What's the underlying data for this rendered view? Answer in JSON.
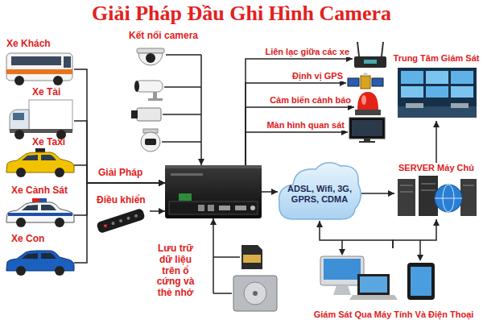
{
  "diagram": {
    "title": "Giải Pháp Đầu Ghi Hình Camera",
    "nodes": [
      {
        "text": [
          "Xe Khách"
        ]
      },
      {
        "text": [
          "Xe Tải"
        ]
      },
      {
        "text": [
          "Xe Taxi"
        ]
      },
      {
        "text": [
          "Xe Cảnh Sát"
        ]
      },
      {
        "text": [
          "Xe Con"
        ]
      },
      {
        "text": [
          "Kết nối camera"
        ]
      },
      {
        "text": []
      },
      {
        "text": [
          "Điều khiển"
        ]
      },
      {
        "text": [
          "Lưu trữ dữ liệu trên ổ cứng và thẻ nhớ"
        ]
      },
      {
        "text": [
          "Liên lạc giữa các xe"
        ]
      },
      {
        "text": [
          "Định vị GPS"
        ]
      },
      {
        "text": [
          "Cảm biến cảnh báo"
        ]
      },
      {
        "text": [
          "Màn hình quan sát"
        ]
      },
      {
        "text": [
          "ADSL, Wifi, 3G, GPRS, CDMA"
        ]
      },
      {
        "text": [
          "SERVER Máy Chủ"
        ]
      },
      {
        "text": [
          "Trung Tâm Giám Sát"
        ]
      },
      {
        "text": [
          "Giám Sát Qua Máy Tính Và Điện Thoại"
        ]
      }
    ],
    "edges": [
      {
        "from": 0,
        "to": 6,
        "arrow": "to"
      },
      {
        "from": 1,
        "to": 6,
        "arrow": "to"
      },
      {
        "from": 2,
        "to": 6,
        "arrow": "to"
      },
      {
        "from": 3,
        "to": 6,
        "arrow": "to"
      },
      {
        "from": 4,
        "to": 6,
        "arrow": "to"
      },
      {
        "from": 5,
        "to": 6,
        "arrow": "to"
      },
      {
        "from": 7,
        "to": 6,
        "arrow": "to"
      },
      {
        "from": 8,
        "to": 6,
        "arrow": "to"
      },
      {
        "from": 6,
        "to": 9,
        "arrow": "to"
      },
      {
        "from": 6,
        "to": 10,
        "arrow": "to"
      },
      {
        "from": 6,
        "to": 11,
        "arrow": "to"
      },
      {
        "from": 6,
        "to": 12,
        "arrow": "to"
      },
      {
        "from": 6,
        "to": 13,
        "arrow": "to"
      },
      {
        "from": 13,
        "to": 14,
        "arrow": "to"
      },
      {
        "from": 14,
        "to": 15,
        "arrow": "to"
      },
      {
        "from": 16,
        "to": 13,
        "arrow": "to"
      },
      {
        "from": 16,
        "to": 14,
        "arrow": "to"
      }
    ],
    "labels": [
      "Giải Pháp"
    ]
  }
}
